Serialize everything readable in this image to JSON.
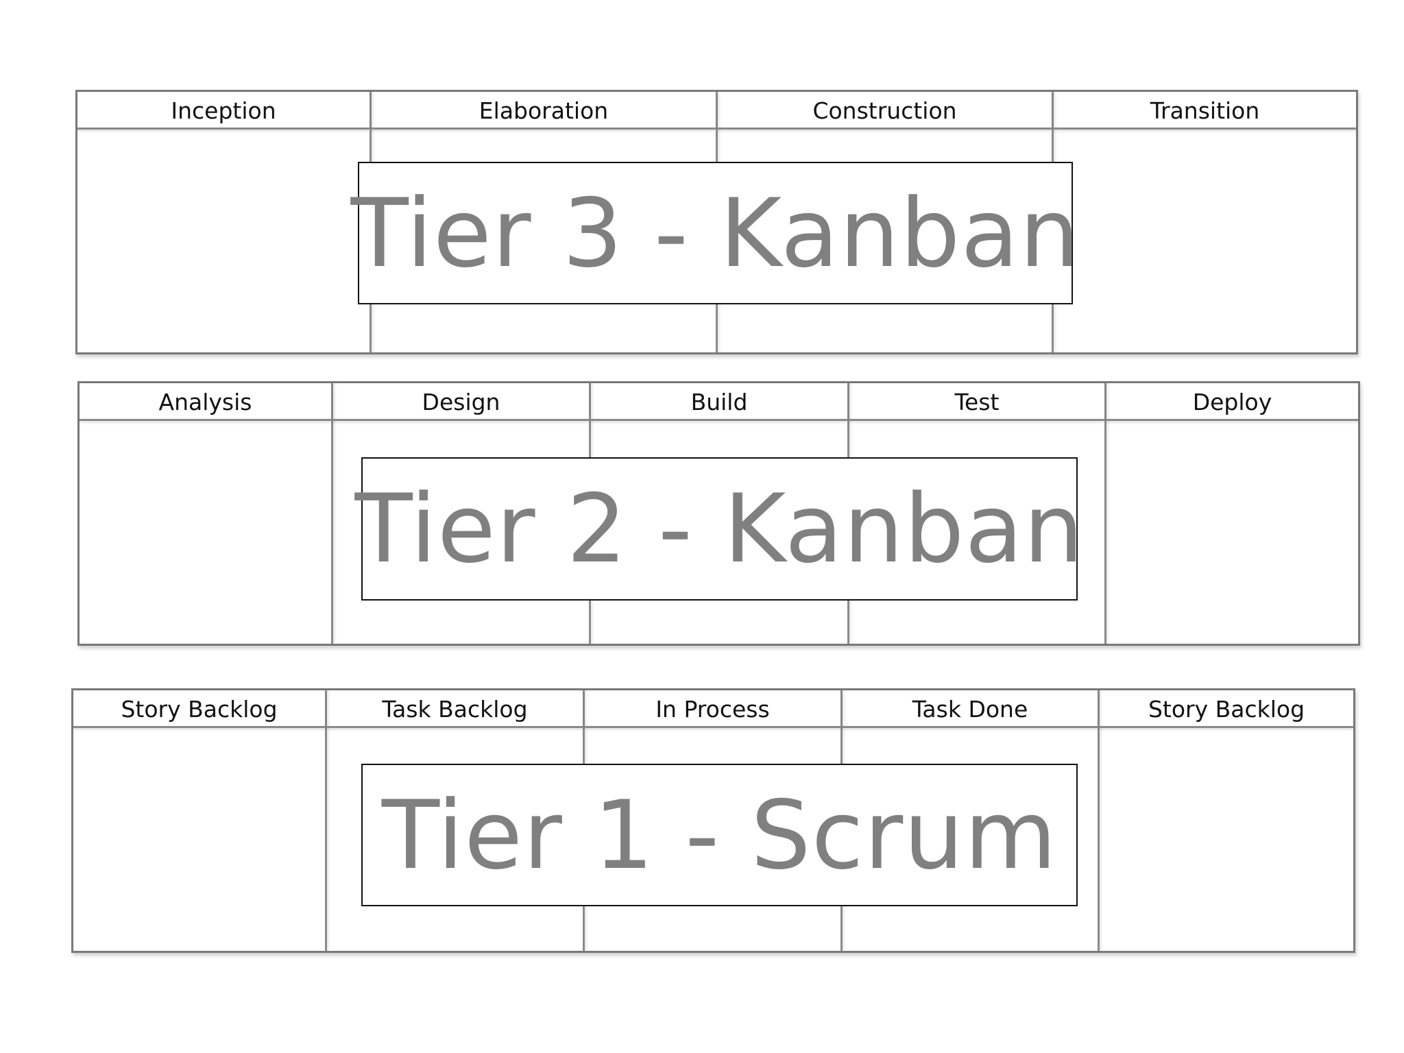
{
  "tiers": [
    {
      "title": "Tier 3 - Kanban",
      "columns": [
        "Inception",
        "Elaboration",
        "Construction",
        "Transition"
      ]
    },
    {
      "title": "Tier 2 - Kanban",
      "columns": [
        "Analysis",
        "Design",
        "Build",
        "Test",
        "Deploy"
      ]
    },
    {
      "title": "Tier 1 - Scrum",
      "columns": [
        "Story Backlog",
        "Task Backlog",
        "In Process",
        "Task Done",
        "Story Backlog"
      ]
    }
  ],
  "colors": {
    "border": "#7a7a7a",
    "header_text": "#111111",
    "tier_text": "#808080",
    "tier_box_border": "#111111",
    "background": "#ffffff"
  }
}
